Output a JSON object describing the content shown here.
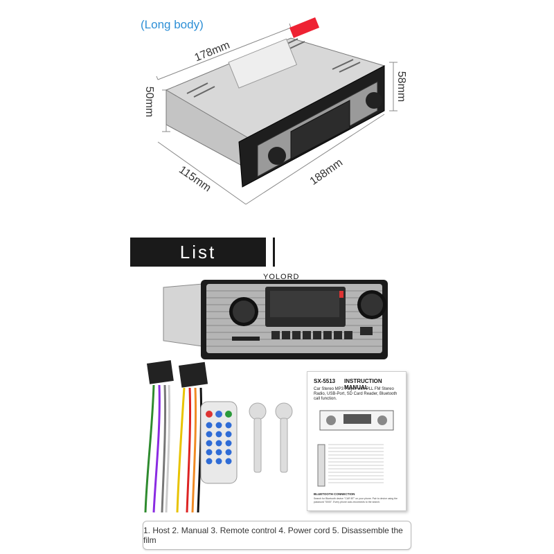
{
  "header": {
    "long_body_label": "(Long body)"
  },
  "dimensions": {
    "length_top": "178mm",
    "height_left": "50mm",
    "height_right": "58mm",
    "depth_bottom": "115mm",
    "width_bottom": "188mm"
  },
  "list_section": {
    "title": "List"
  },
  "radio": {
    "brand": "YOLORD"
  },
  "manual": {
    "model": "SX-5513",
    "title": "INSTRUCTION MANUAL",
    "description": "Car Stereo MP3 Player with PLL FM Stereo Radio, USB-Port, SD Card Reader, Bluetooth call function.",
    "bluetooth_heading": "BLUETOOTH CONNECTION",
    "bluetooth_text": "Search for Bluetooth device \"CAR BT\" on your phone. Pair to device using the password \"0000\". Every phone auto-reconnects to the search."
  },
  "caption": "1. Host 2. Manual 3. Remote control 4. Power cord 5. Disassemble the film",
  "colors": {
    "accent_blue": "#2d8fd6",
    "bar_dark": "#1a1a1a"
  }
}
